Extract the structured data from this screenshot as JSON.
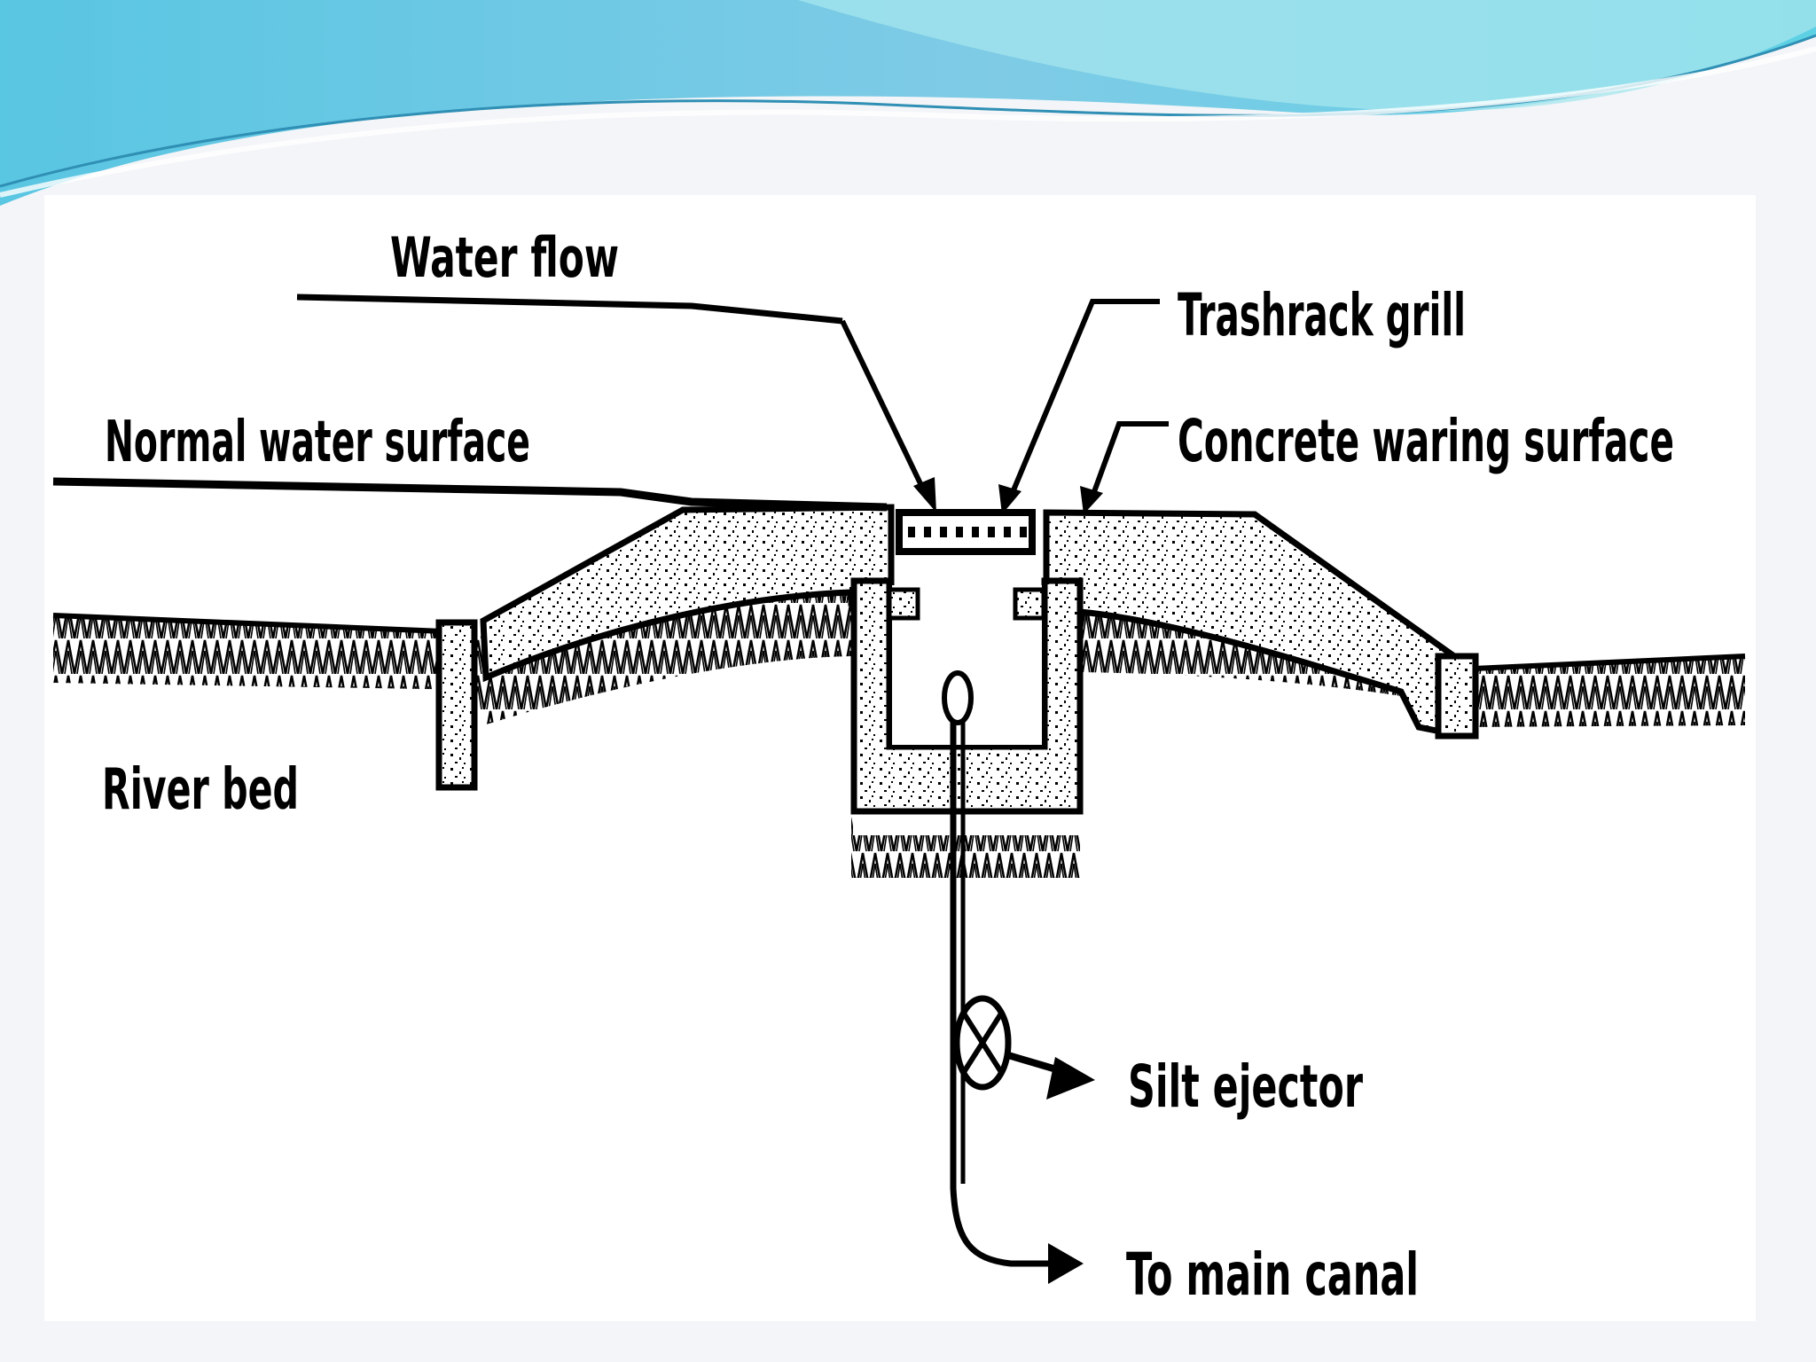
{
  "labels": {
    "water_flow": "Water flow",
    "trashrack_grill": "Trashrack grill",
    "normal_water_surface": "Normal water surface",
    "concrete_surface": "Concrete waring surface",
    "river_bed": "River bed",
    "silt_ejector": "Silt ejector",
    "to_main_canal": "To main canal"
  },
  "colors": {
    "banner_dark": "#4ab8d8",
    "banner_light": "#9fe3ec",
    "slide_bg": "#f3f5f8",
    "ink": "#000000"
  }
}
